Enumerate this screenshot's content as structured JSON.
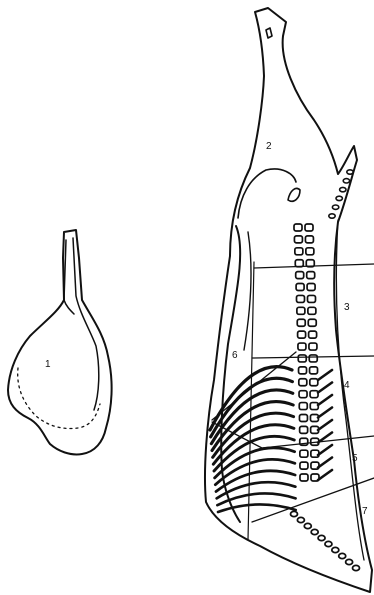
{
  "colors": {
    "ink": "#111111",
    "paper": "#ffffff"
  },
  "labels": {
    "l1": "1",
    "l2": "2",
    "l3": "3",
    "l4": "4",
    "l5": "5",
    "l6": "6",
    "l7": "7"
  }
}
